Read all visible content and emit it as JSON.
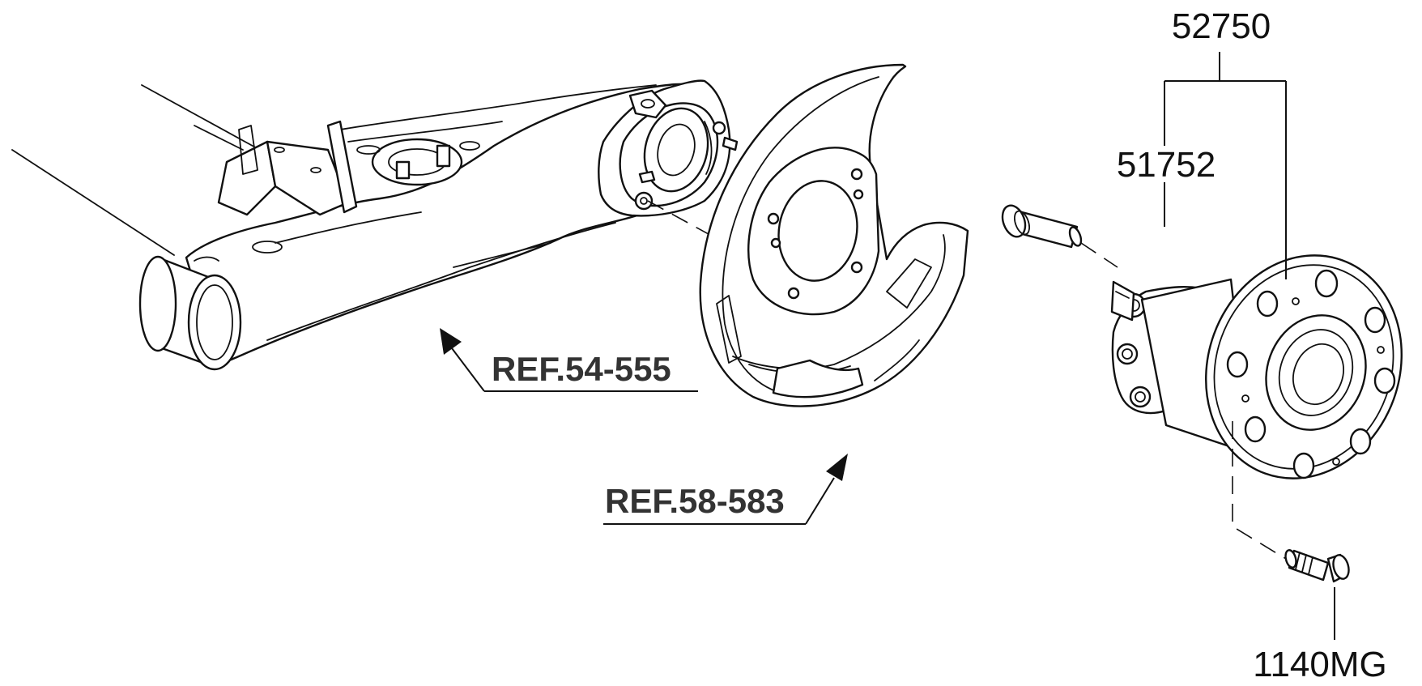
{
  "labels": {
    "assembly": "52750",
    "stud": "51752",
    "bolt": "1140MG",
    "ref_axle": "REF.54-555",
    "ref_shield": "REF.58-583"
  },
  "colors": {
    "line": "#111111",
    "ref_text": "#333333",
    "background": "#ffffff"
  }
}
